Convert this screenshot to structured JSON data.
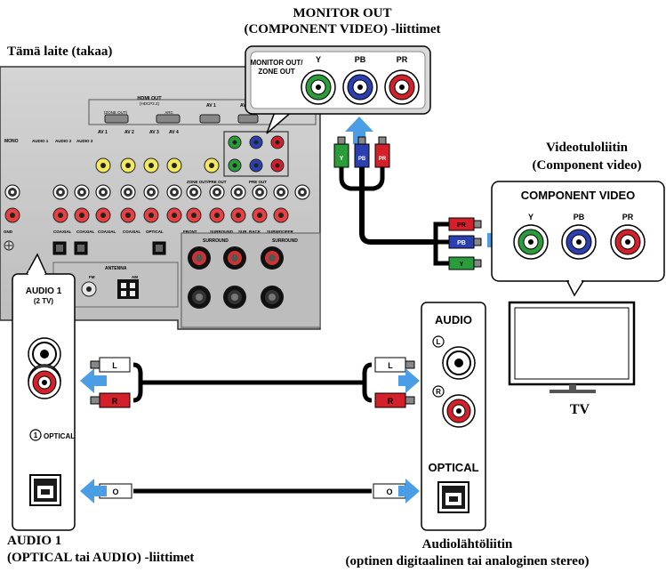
{
  "captions": {
    "monitor_out_line1": "MONITOR OUT",
    "monitor_out_line2": "(COMPONENT VIDEO) -liittimet",
    "unit_back": "Tämä laite (takaa)",
    "video_in_line1": "Videotuloliitin",
    "video_in_line2": "(Component video)",
    "tv": "TV",
    "audio1_line1": "AUDIO 1",
    "audio1_line2": "(OPTICAL tai AUDIO) -liittimet",
    "audio_out_line1": "Audiolähtöliitin",
    "audio_out_line2": "(optinen digitaalinen tai analoginen stereo)"
  },
  "monitor_zoom": {
    "title_line1": "MONITOR OUT/",
    "title_line2": "ZONE OUT",
    "jack_labels": [
      "Y",
      "PB",
      "PR"
    ]
  },
  "tv_panel": {
    "title": "COMPONENT VIDEO",
    "jack_labels": [
      "Y",
      "PB",
      "PR"
    ],
    "plug_labels": [
      "PR",
      "PB",
      "Y"
    ]
  },
  "audio1_zoom": {
    "title_line1": "AUDIO 1",
    "title_line2": "(2 TV)",
    "optical_label": "OPTICAL",
    "optical_number": "1"
  },
  "tv_audio_panel": {
    "audio_label": "AUDIO",
    "left_label": "L",
    "right_label": "R",
    "optical_label": "OPTICAL"
  },
  "cable_labels": {
    "left": "L",
    "right": "R",
    "optical": "O",
    "component": [
      "Y",
      "PB",
      "PR"
    ]
  },
  "receiver_back": {
    "hdmi_out": "HDMI OUT",
    "hdcp": "(HDCP2.2)",
    "zone_out": "(ZONE OUT)",
    "arc": "ARC",
    "av_labels": [
      "AV 1",
      "AV 2",
      "AV 3",
      "AV 4"
    ],
    "audio_labels": [
      "AUDIO 1",
      "AUDIO 2",
      "AUDIO 3"
    ],
    "mono": "MONO",
    "antenna": "ANTENNA",
    "fm": "FM",
    "am": "AM",
    "zone_out_pre": "ZONE OUT/PRE OUT",
    "pre_out": "PRE OUT",
    "front": "FRONT",
    "surround": "SURROUND",
    "sur_back": "SUR. BACK",
    "subwoofer": "SUBWOOFER",
    "coaxial": "COAXIAL",
    "optical": "OPTICAL",
    "gnd": "GND"
  },
  "colors": {
    "arrow": "#4b9ee6",
    "green": "#2a9d3a",
    "blue": "#2a3fb0",
    "red": "#d4202a",
    "yellow": "#e6d520",
    "panel_grey": "#c8c8c8"
  }
}
